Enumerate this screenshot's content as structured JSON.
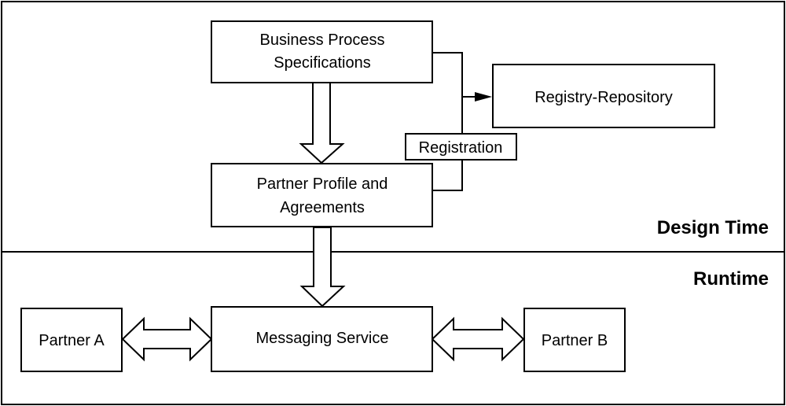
{
  "sections": {
    "design_time": "Design Time",
    "runtime": "Runtime"
  },
  "boxes": {
    "bps": [
      "Business Process",
      "Specifications"
    ],
    "registry": "Registry-Repository",
    "registration": "Registration",
    "profile": [
      "Partner Profile and",
      "Agreements"
    ],
    "messaging": "Messaging Service",
    "partner_a": "Partner A",
    "partner_b": "Partner B"
  }
}
